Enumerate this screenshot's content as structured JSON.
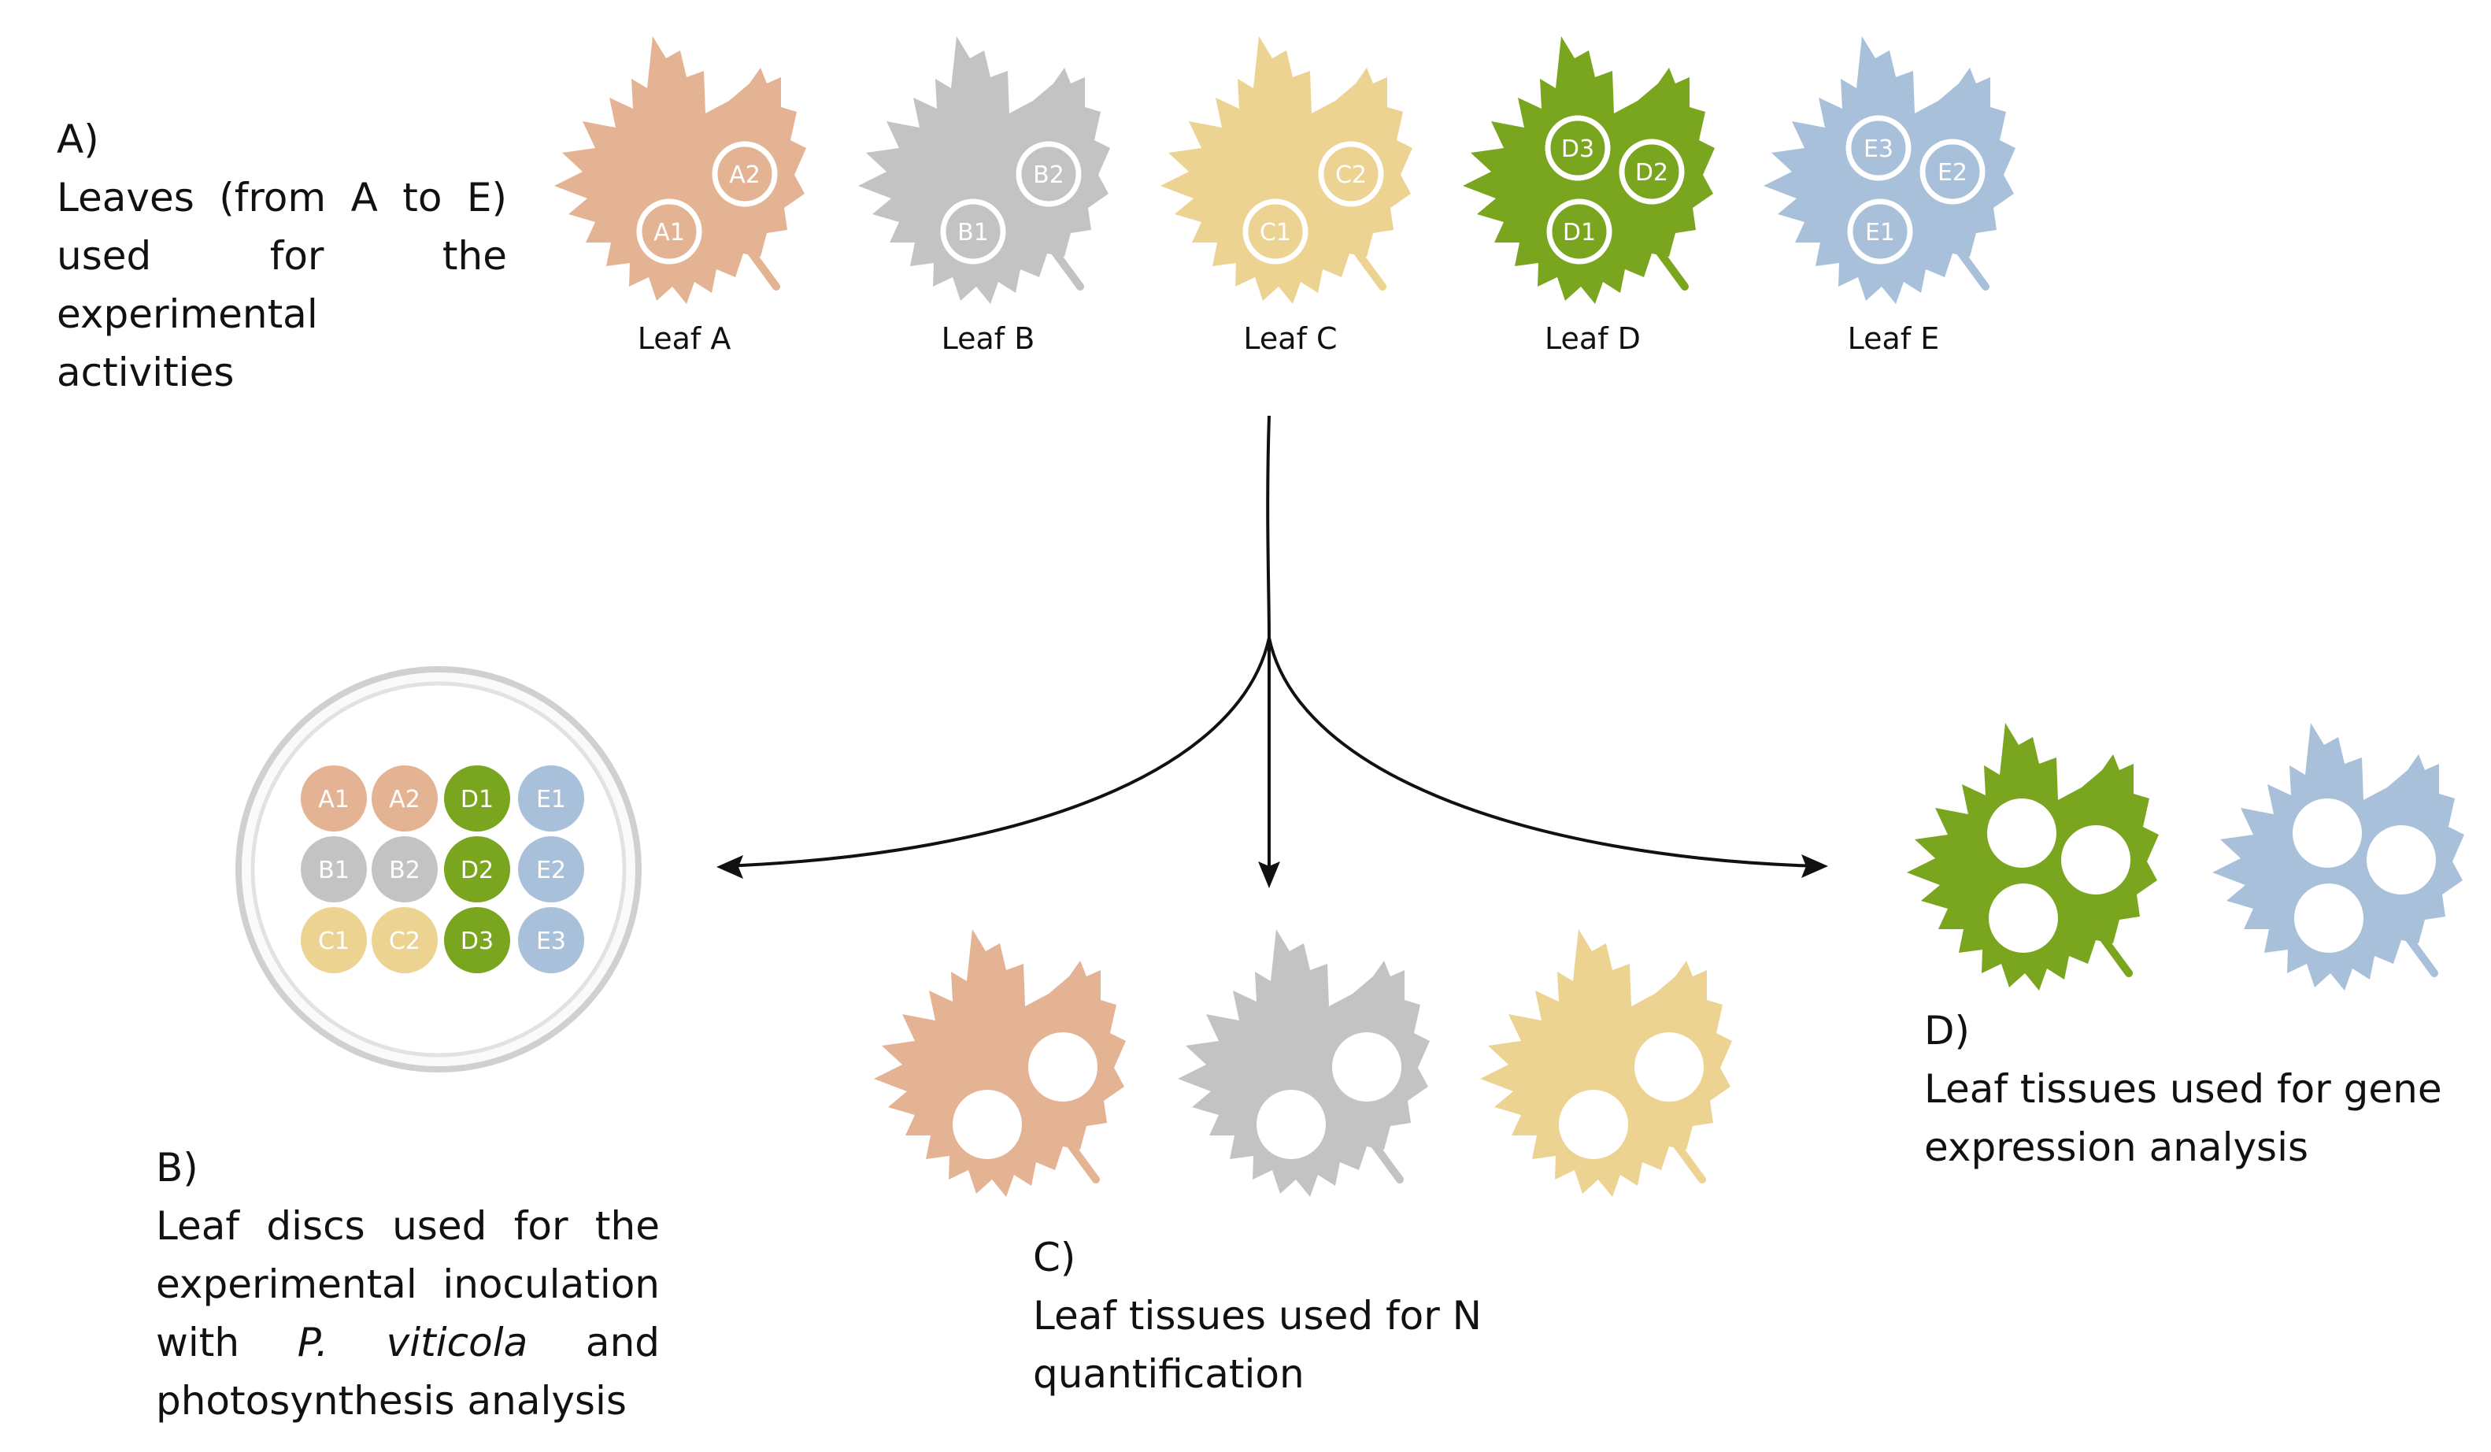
{
  "colors": {
    "A": "#e4b393",
    "B": "#c3c3c3",
    "C": "#edd391",
    "D": "#7aa51e",
    "E": "#a8c0da",
    "arrow": "#111111",
    "petri_rim": "#d0d0d0"
  },
  "leaves_top": [
    {
      "id": "A",
      "label": "Leaf A",
      "discs": [
        "A2",
        "A1"
      ]
    },
    {
      "id": "B",
      "label": "Leaf B",
      "discs": [
        "B2",
        "B1"
      ]
    },
    {
      "id": "C",
      "label": "Leaf C",
      "discs": [
        "C2",
        "C1"
      ]
    },
    {
      "id": "D",
      "label": "Leaf D",
      "discs": [
        "D3",
        "D2",
        "D1"
      ]
    },
    {
      "id": "E",
      "label": "Leaf E",
      "discs": [
        "E3",
        "E2",
        "E1"
      ]
    }
  ],
  "petri_discs": [
    [
      "A1",
      "A2",
      "D1",
      "E1"
    ],
    [
      "B1",
      "B2",
      "D2",
      "E2"
    ],
    [
      "C1",
      "C2",
      "D3",
      "E3"
    ]
  ],
  "panel_a": {
    "heading": "A)",
    "line1": "Leaves (from A to E)",
    "line2": "used for the",
    "line3": "experimental activities"
  },
  "panel_b": {
    "heading": "B)",
    "line1": "Leaf discs used for the",
    "line2": "experimental inoculation",
    "line3_pre": "with ",
    "line3_italic": "P. viticola",
    "line3_post": " and",
    "line4": "photosynthesis analysis"
  },
  "panel_c": {
    "heading": "C)",
    "line1": "Leaf tissues used for N",
    "line2": "quantification"
  },
  "panel_d": {
    "heading": "D)",
    "line1": "Leaf tissues used for gene",
    "line2": "expression analysis"
  }
}
